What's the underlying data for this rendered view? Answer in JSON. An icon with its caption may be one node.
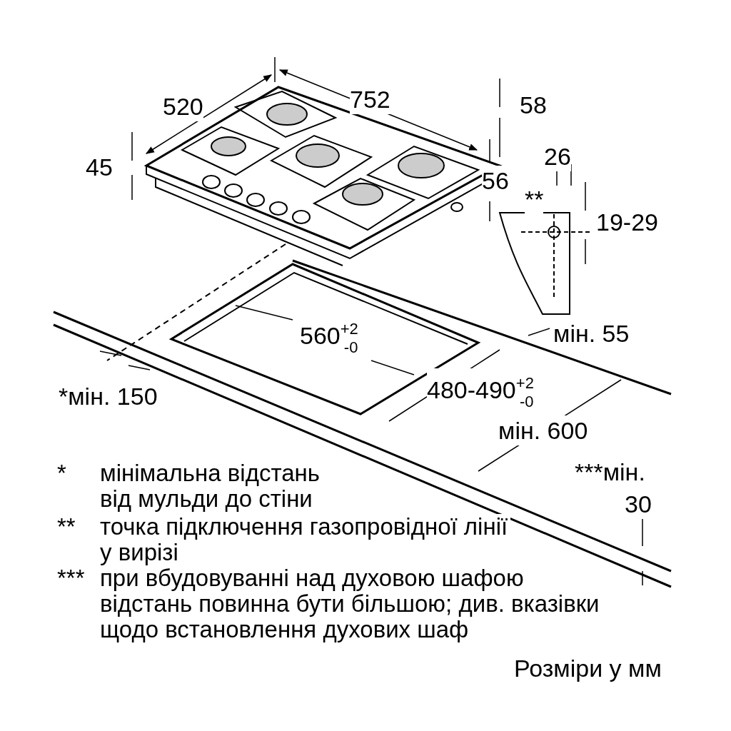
{
  "diagram": {
    "labels": [
      "520",
      "752",
      "58",
      "45",
      "26",
      "56",
      "**",
      "19-29",
      "560$^{+2}$$_{-0}$",
      "мін. 55",
      "*мін. 150",
      "480-490$^{+2}$$_{-0}$",
      "мін. 600",
      "***мін.",
      "30",
      "*",
      "мінімальна відстань від мульди до стіни",
      "**",
      "точка підключення газопровідної лінії у вирізі",
      "***",
      "при вбудовуванні над духовою шафою відстань повинна бути більшою; див. вказівки щодо встановлення духових шаф",
      "Розміри у мм"
    ]
  }
}
